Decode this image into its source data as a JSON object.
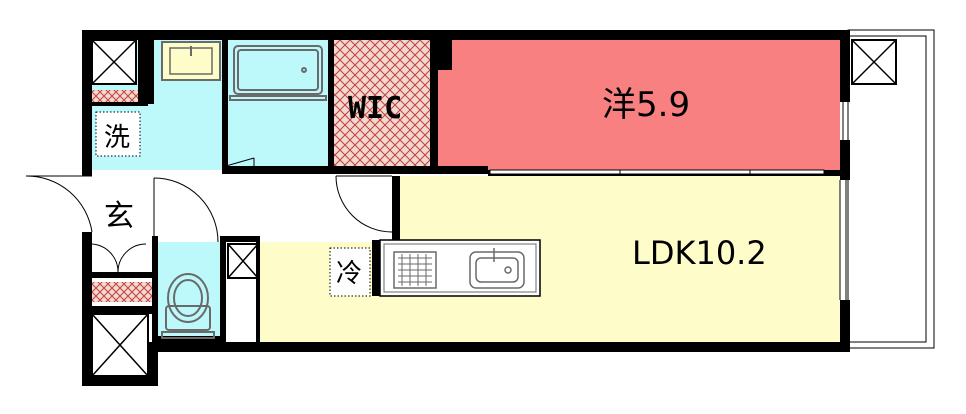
{
  "rooms": {
    "western": {
      "label": "洋5.9",
      "color": "#f88080"
    },
    "ldk": {
      "label": "LDK10.2",
      "color": "#fefcc8"
    },
    "wic": {
      "label": "WIC"
    },
    "washroom": {
      "label": "洗",
      "color": "#bdf9fb"
    },
    "entrance": {
      "label": "玄"
    },
    "fridge": {
      "label": "冷"
    }
  },
  "colors": {
    "wall": "#000000",
    "wet_area": "#bdf9fb",
    "fixture_stroke": "#6a6a6a",
    "wic_hatch": "#c04040"
  }
}
